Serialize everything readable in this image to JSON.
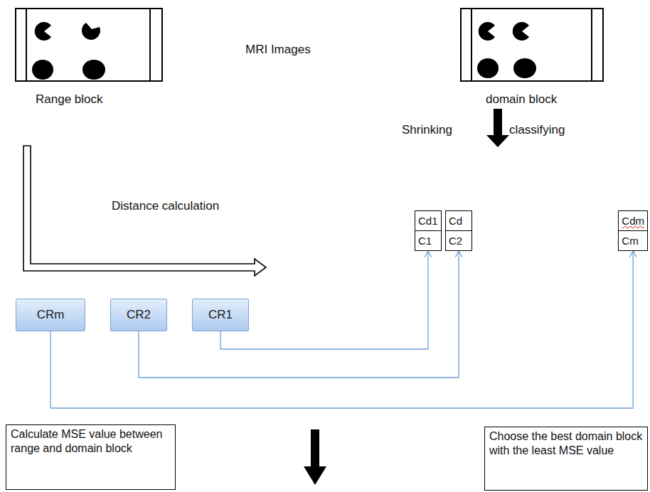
{
  "diagram": {
    "nodes": [
      {
        "text": [
          "Range block"
        ]
      },
      {
        "text": [
          "domain block"
        ]
      },
      {
        "text": [
          "Cd1",
          "C1"
        ]
      },
      {
        "text": [
          "Cd",
          "C2"
        ]
      },
      {
        "text": [
          "Cdm",
          "Cm"
        ]
      },
      {
        "text": [
          "CRm"
        ]
      },
      {
        "text": [
          "CR2"
        ]
      },
      {
        "text": [
          "CR1"
        ]
      },
      {
        "text": [
          "Calculate MSE value between range and domain block"
        ]
      },
      {
        "text": [
          "Choose the best domain block with the least MSE value"
        ]
      }
    ],
    "edges": [
      {
        "from": 7,
        "to": 2,
        "arrow": "to"
      },
      {
        "from": 6,
        "to": 3,
        "arrow": "to"
      },
      {
        "from": 5,
        "to": 4,
        "arrow": "to"
      }
    ],
    "labels": [
      "MRI Images",
      "Distance calculation",
      "Shrinking",
      "classifying"
    ]
  }
}
